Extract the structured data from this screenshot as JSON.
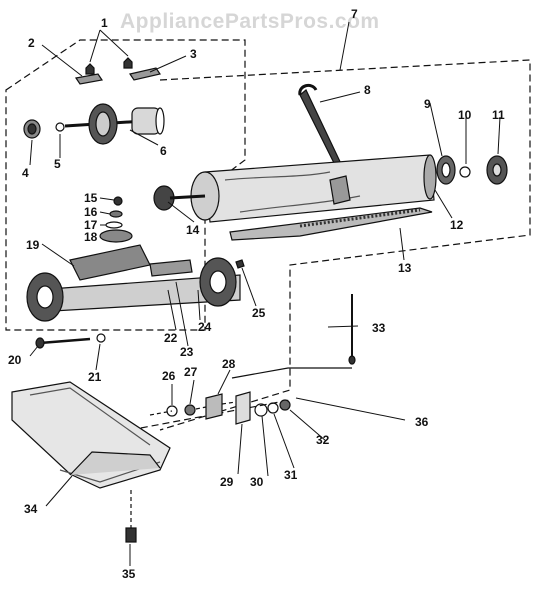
{
  "watermark": "AppliancePartsPros.com",
  "callouts": [
    "1",
    "2",
    "3",
    "4",
    "5",
    "6",
    "7",
    "8",
    "9",
    "10",
    "11",
    "12",
    "13",
    "14",
    "15",
    "16",
    "17",
    "18",
    "19",
    "20",
    "21",
    "22",
    "23",
    "24",
    "25",
    "26",
    "27",
    "28",
    "29",
    "30",
    "31",
    "32",
    "33",
    "34",
    "35",
    "36"
  ],
  "colors": {
    "ink": "#111111",
    "paper": "#ffffff",
    "watermark": "#d6d6d6"
  }
}
